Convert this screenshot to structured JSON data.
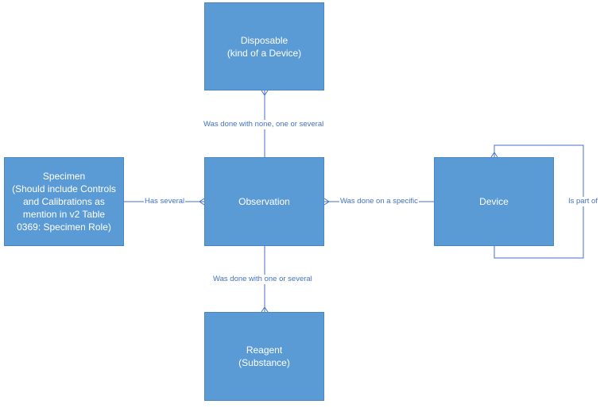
{
  "entities": {
    "disposable": {
      "line1": "Disposable",
      "line2": "(kind of a Device)"
    },
    "specimen": {
      "lines": [
        "Specimen",
        "(Should include Controls",
        "and Calibrations as",
        "mention in v2 Table",
        "0369: Specimen Role)"
      ]
    },
    "observation": {
      "line1": "Observation"
    },
    "device": {
      "line1": "Device"
    },
    "reagent": {
      "line1": "Reagent",
      "line2": "(Substance)"
    }
  },
  "relationships": {
    "observation_disposable": "Was done with none, one or several",
    "observation_specimen": "Has several",
    "observation_device": "Was done on a specific",
    "observation_reagent": "Was done with one or several",
    "device_device": "Is part of"
  },
  "colors": {
    "entity_fill": "#5b9bd5",
    "connector": "#4472c4",
    "label_text": "#4472c4"
  }
}
